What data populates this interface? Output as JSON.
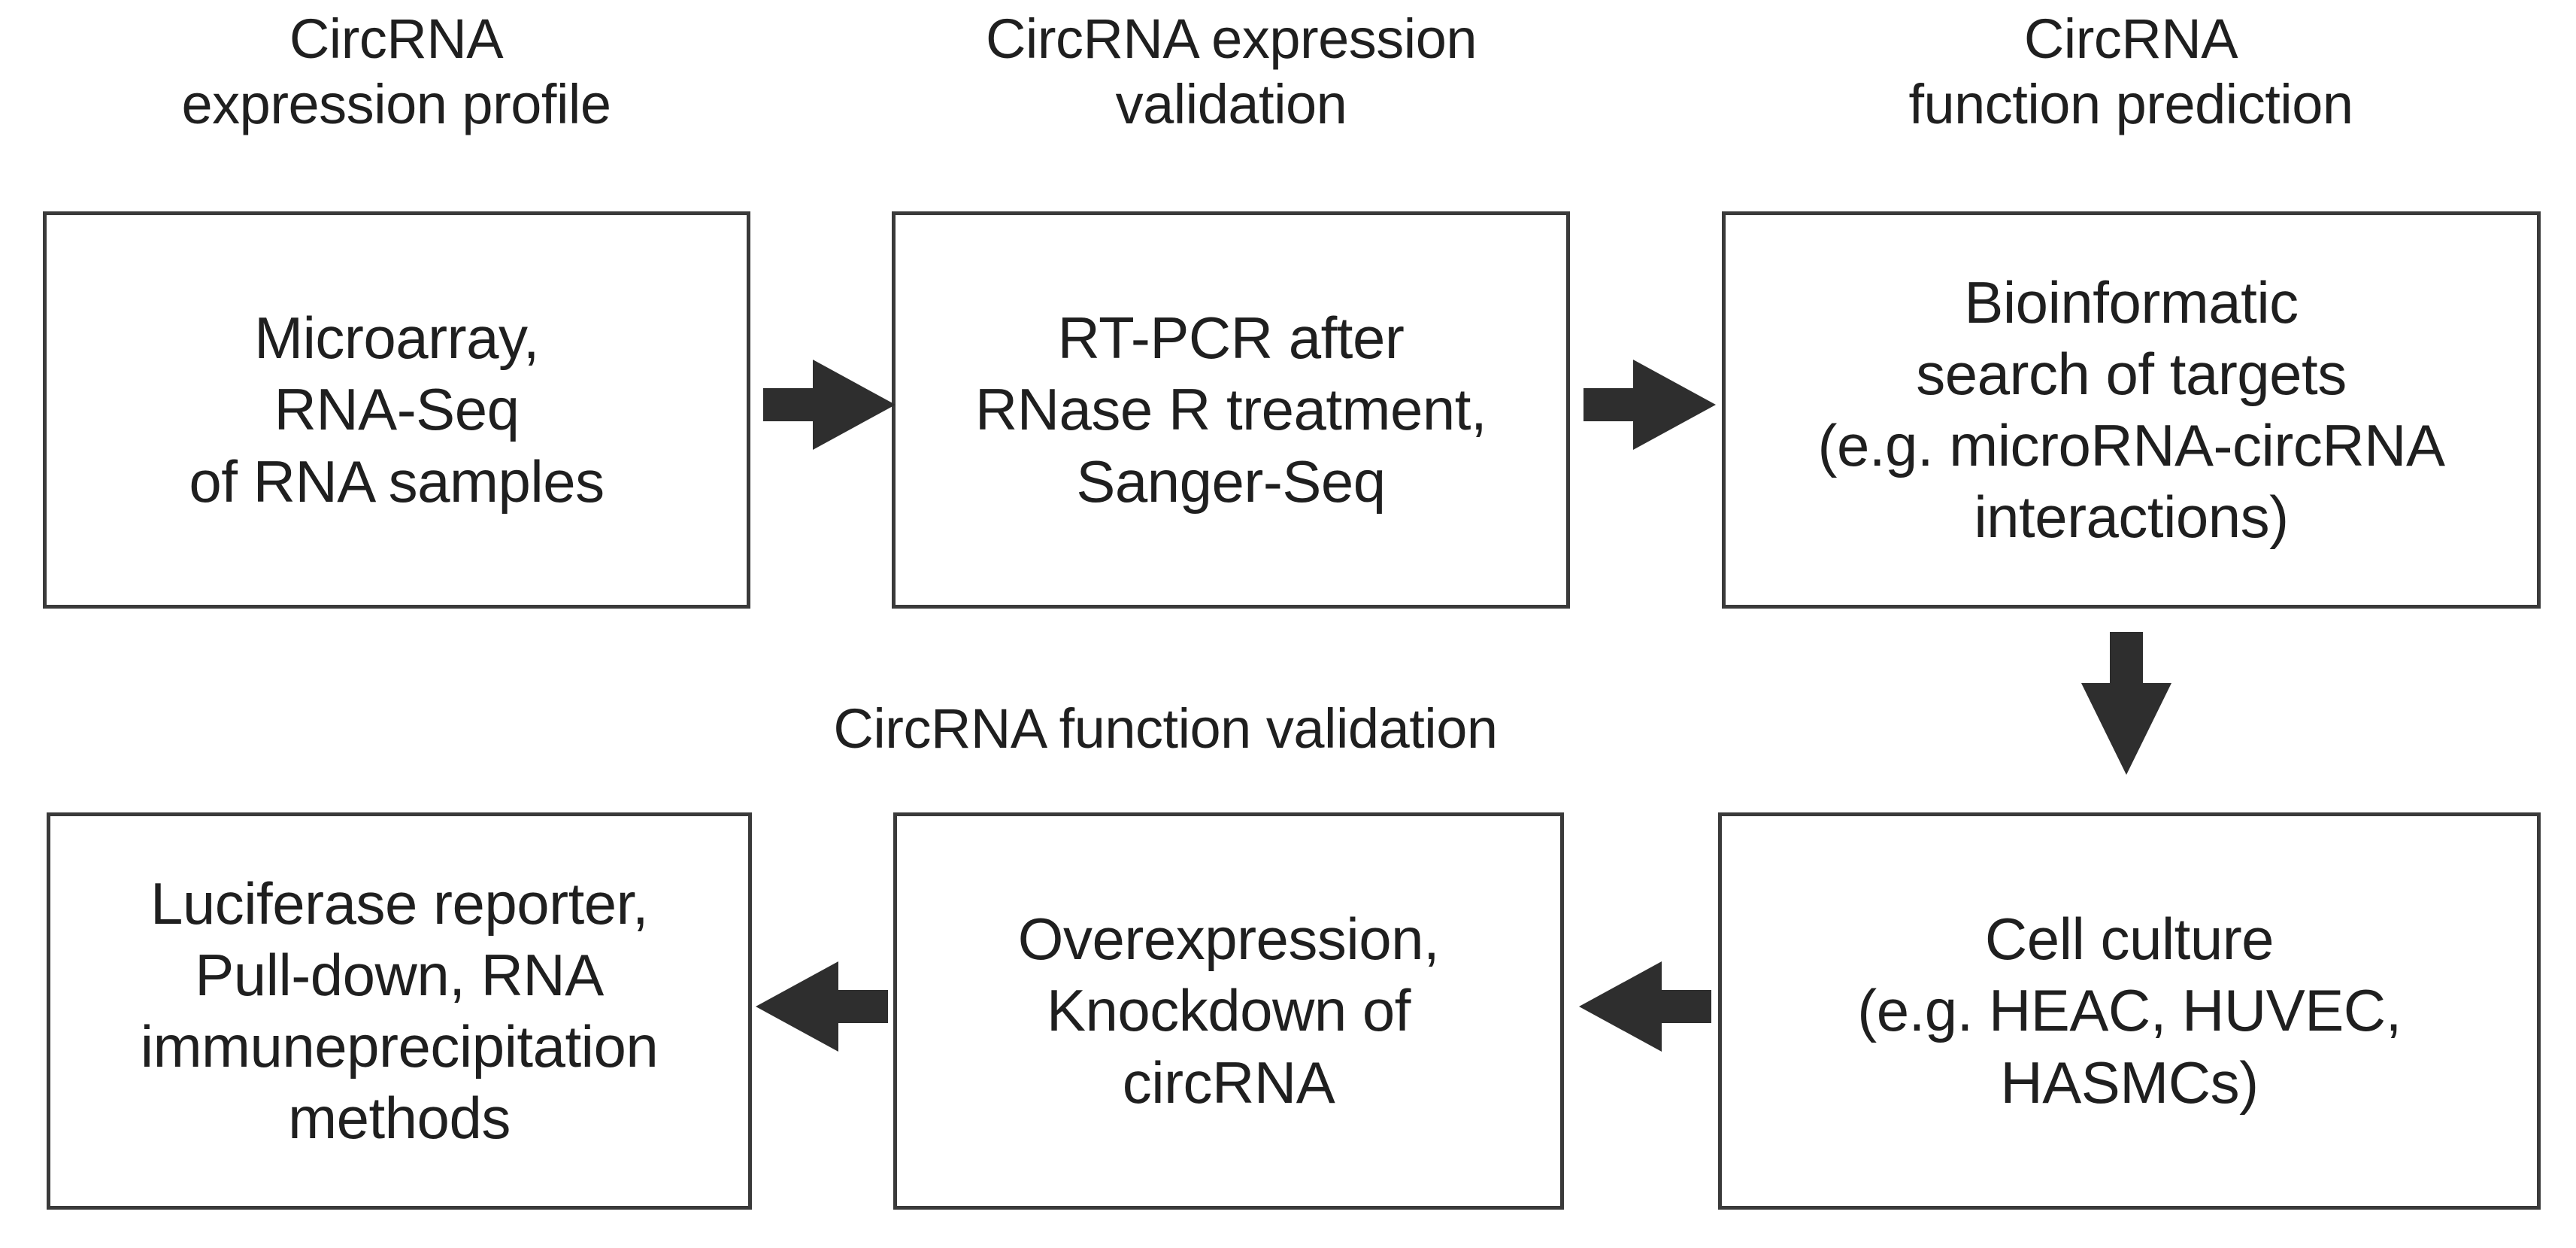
{
  "figure": {
    "title": "CircRNA research workflow flowchart",
    "background_color": "#ffffff",
    "line_color": "#3a3a3a",
    "text_color": "#1f1f1f"
  },
  "headers": {
    "expression_profile": "CircRNA\nexpression profile",
    "expression_validation": "CircRNA expression\nvalidation",
    "function_prediction": "CircRNA\nfunction prediction",
    "function_validation": "CircRNA function validation"
  },
  "boxes": {
    "microarray": "Microarray,\nRNA-Seq\nof RNA samples",
    "rtpcr": "RT-PCR after\nRNase R treatment,\nSanger-Seq",
    "bioinformatic": "Bioinformatic\nsearch of targets\n(e.g. microRNA-circRNA\ninteractions)",
    "luciferase": "Luciferase reporter,\nPull-down, RNA\nimmuneprecipitation\nmethods",
    "overexpression": "Overexpression,\nKnockdown of\ncircRNA",
    "cellculture": "Cell culture\n(e.g. HEAC, HUVEC,\nHASMCs)"
  },
  "arrows": [
    {
      "name": "arrow-profile-to-validation",
      "direction": "right"
    },
    {
      "name": "arrow-validation-to-prediction",
      "direction": "right"
    },
    {
      "name": "arrow-prediction-to-cellculture",
      "direction": "down"
    },
    {
      "name": "arrow-cellculture-to-overexpression",
      "direction": "left"
    },
    {
      "name": "arrow-overexpression-to-luciferase",
      "direction": "left"
    }
  ],
  "chart_data": {
    "type": "diagram",
    "diagram_kind": "flowchart",
    "title": "CircRNA research workflow",
    "nodes": [
      {
        "id": "n1",
        "group": "CircRNA expression profile",
        "label": "Microarray, RNA-Seq of RNA samples",
        "row": 1,
        "col": 1
      },
      {
        "id": "n2",
        "group": "CircRNA expression validation",
        "label": "RT-PCR after RNase R treatment, Sanger-Seq",
        "row": 1,
        "col": 2
      },
      {
        "id": "n3",
        "group": "CircRNA function prediction",
        "label": "Bioinformatic search of targets (e.g. microRNA-circRNA interactions)",
        "row": 1,
        "col": 3
      },
      {
        "id": "n4",
        "group": "CircRNA function validation",
        "label": "Luciferase reporter, Pull-down, RNA immuneprecipitation methods",
        "row": 2,
        "col": 1
      },
      {
        "id": "n5",
        "group": "CircRNA function validation",
        "label": "Overexpression, Knockdown of circRNA",
        "row": 2,
        "col": 2
      },
      {
        "id": "n6",
        "group": "",
        "label": "Cell culture (e.g. HEAC, HUVEC, HASMCs)",
        "row": 2,
        "col": 3
      }
    ],
    "edges": [
      {
        "from": "n1",
        "to": "n2",
        "direction": "right"
      },
      {
        "from": "n2",
        "to": "n3",
        "direction": "right"
      },
      {
        "from": "n3",
        "to": "n6",
        "direction": "down"
      },
      {
        "from": "n6",
        "to": "n5",
        "direction": "left"
      },
      {
        "from": "n5",
        "to": "n4",
        "direction": "left"
      }
    ]
  }
}
